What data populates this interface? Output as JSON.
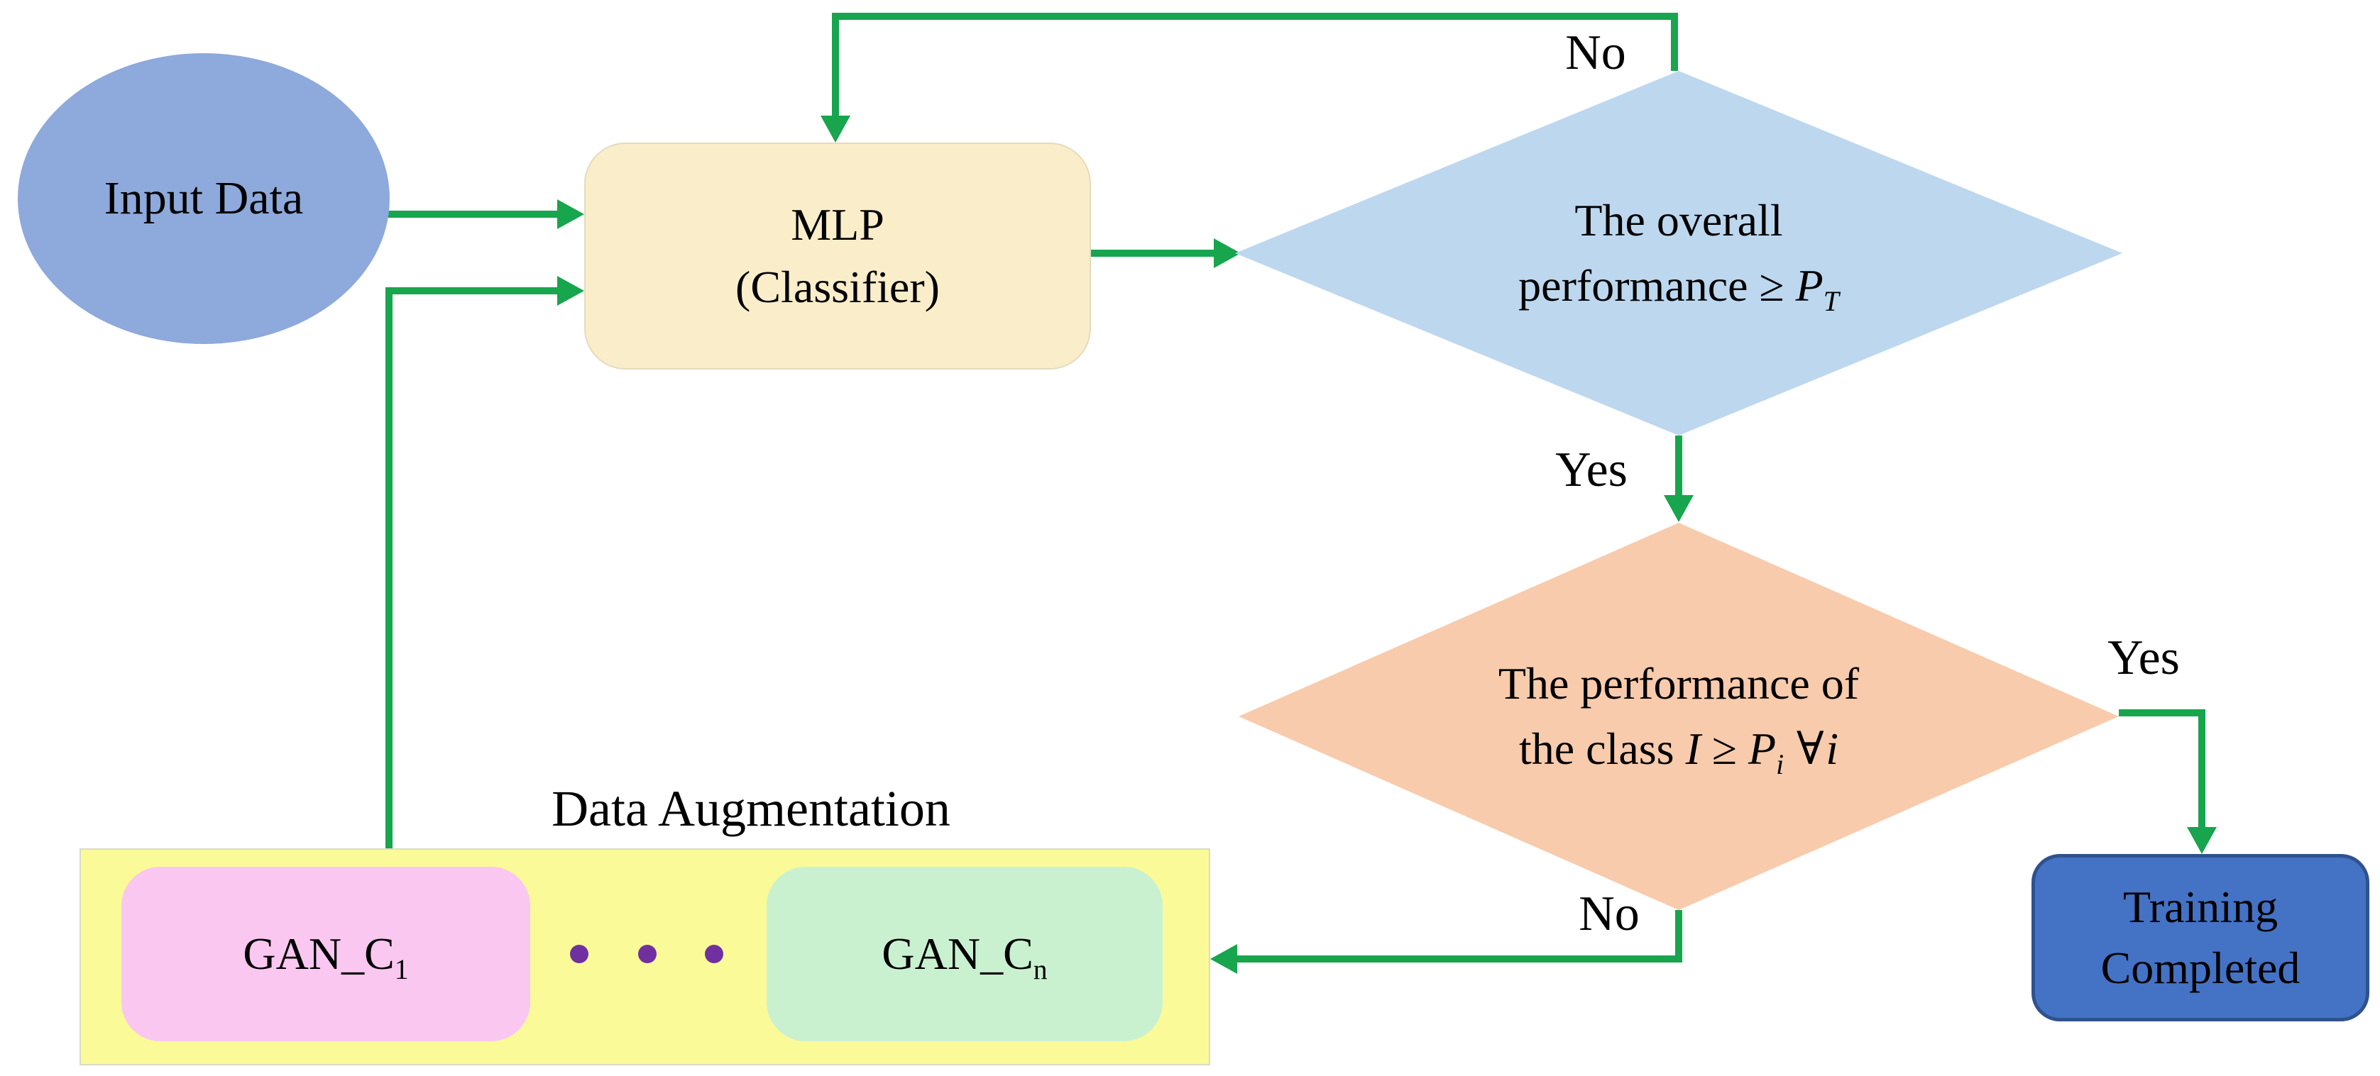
{
  "figure": {
    "description": "Flowchart of GAN-based data augmentation training loop with MLP classifier"
  },
  "colors": {
    "arrow_green": "#17A54E",
    "input_ellipse_blue": "#8EA9DB",
    "mlp_cream": "#FAEDCA",
    "decision_overall_blue": "#BDD7EE",
    "decision_class_salmon": "#F8CBAD",
    "training_blue": "#4472C4",
    "training_border": "#2F528F",
    "augmentation_yellow": "#FAFA99",
    "gan_first_pink": "#FAC7F0",
    "gan_last_mint": "#C9F1D0",
    "ellipsis_purple": "#7030A0",
    "text_black": "#000000"
  },
  "nodes": {
    "input_data": {
      "label": "Input Data"
    },
    "mlp": {
      "line1": "MLP",
      "line2": "(Classifier)"
    },
    "decision_overall": {
      "line1": "The overall",
      "line2_prefix": "performance ≥ ",
      "line2_var": "P",
      "line2_sub": "T"
    },
    "decision_class": {
      "line1": "The performance of",
      "line2_prefix": "the class ",
      "line2_var1": "I",
      "line2_geq": " ≥ ",
      "line2_var2": "P",
      "line2_sub": "i",
      "line2_forall": "∀",
      "line2_var3": "i"
    },
    "training_completed": {
      "line1": "Training",
      "line2": "Completed"
    },
    "data_augmentation": {
      "title": "Data Augmentation",
      "gan_first_base": "GAN_C",
      "gan_first_sub": "1",
      "gan_last_base": "GAN_C",
      "gan_last_sub": "n",
      "ellipsis_dot_count": 3
    }
  },
  "edge_labels": {
    "overall_no": "No",
    "overall_yes": "Yes",
    "class_yes": "Yes",
    "class_no": "No"
  }
}
